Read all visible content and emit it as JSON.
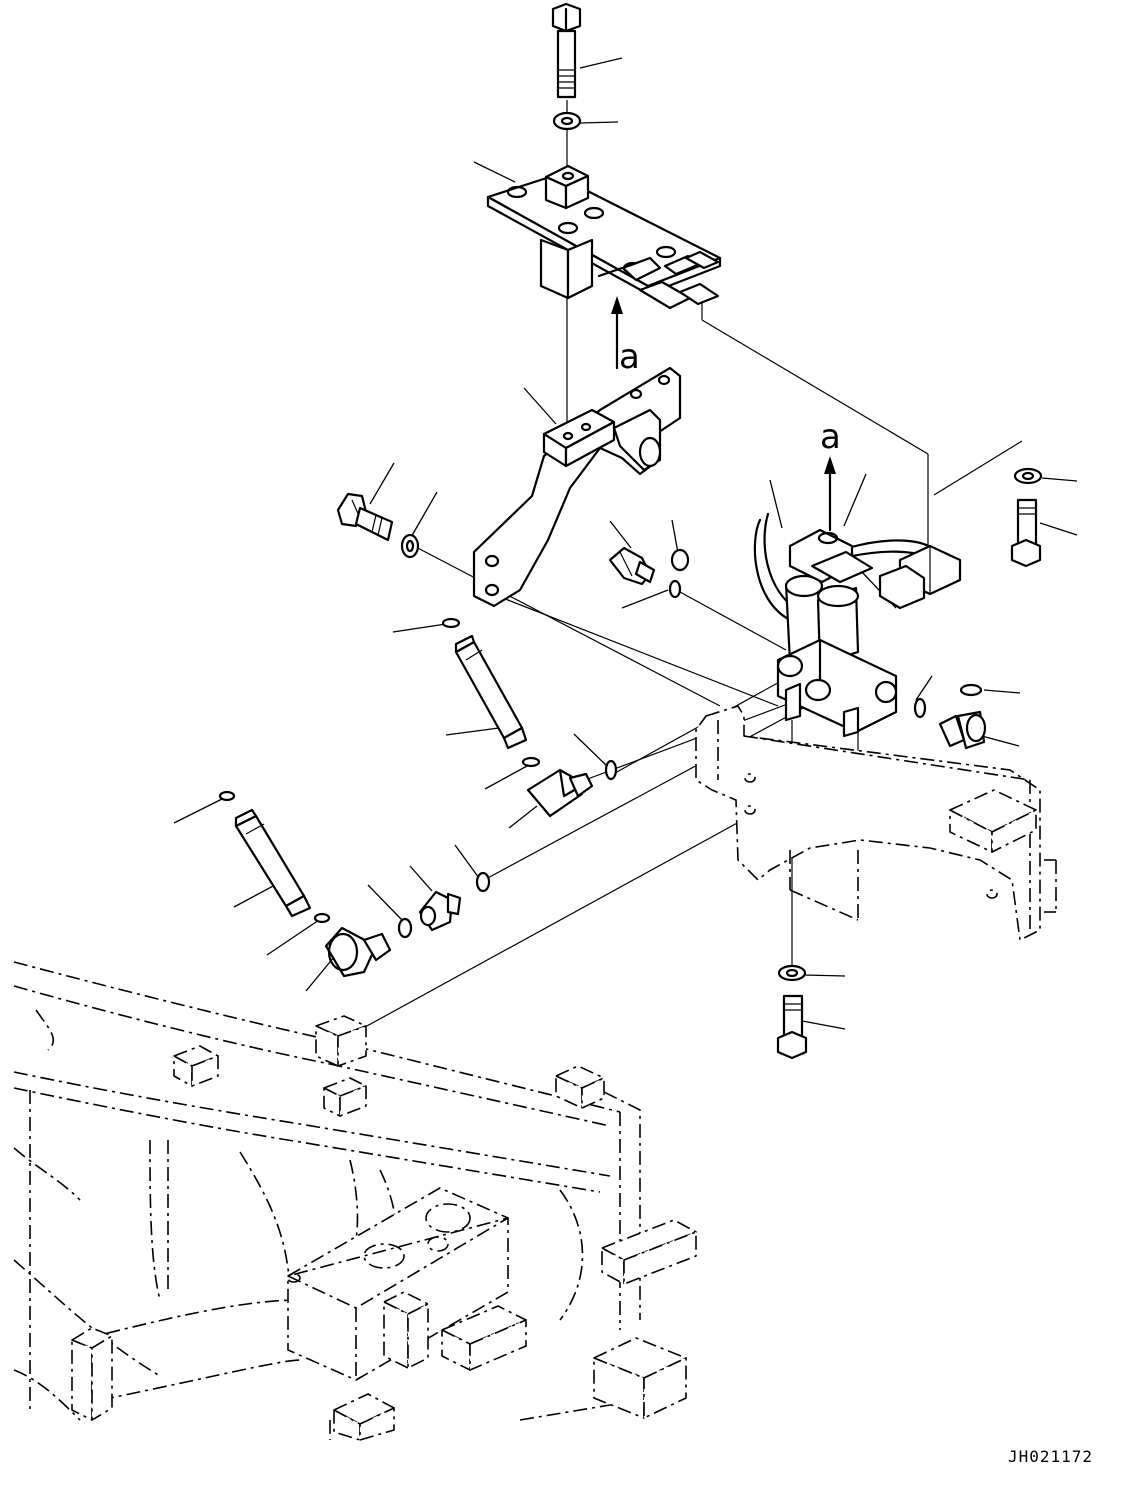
{
  "drawing": {
    "reference_letter_top": "a",
    "reference_letter_right": "a",
    "drawing_code": "JH021172"
  }
}
